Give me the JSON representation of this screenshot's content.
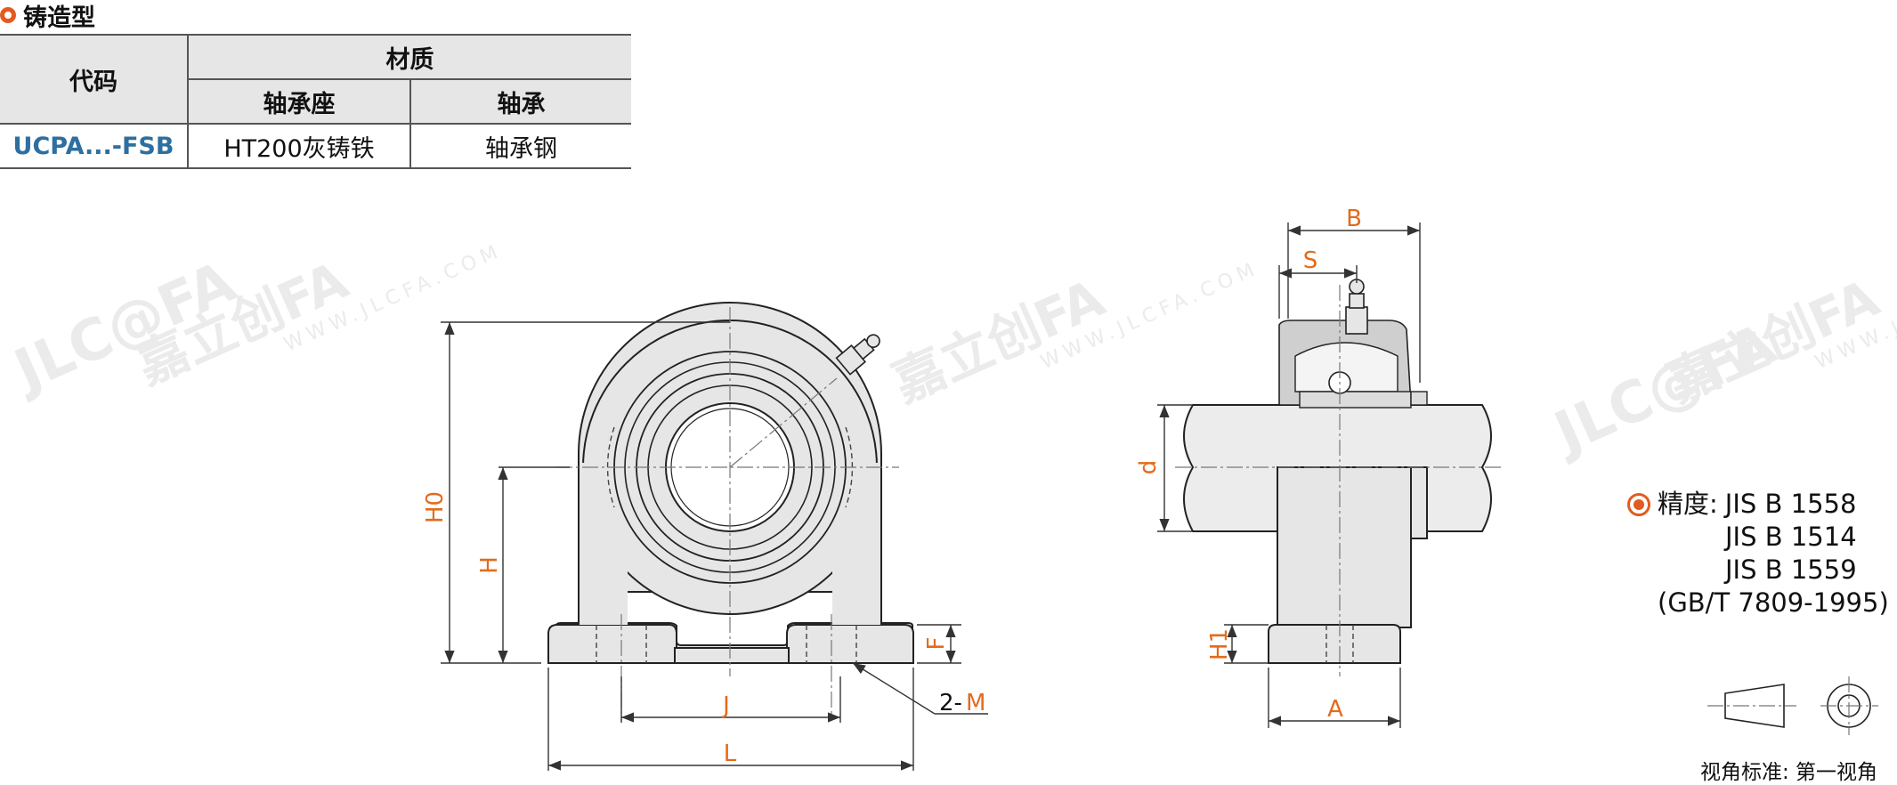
{
  "section": {
    "title": "铸造型"
  },
  "table": {
    "col_code": "代码",
    "col_material": "材质",
    "col_housing": "轴承座",
    "col_bearing": "轴承",
    "rows": [
      {
        "code": "UCPA...-FSB",
        "housing": "HT200灰铸铁",
        "bearing": "轴承钢"
      }
    ]
  },
  "dimensions": {
    "h0": "H0",
    "h": "H",
    "f": "F",
    "j": "J",
    "l": "L",
    "m_prefix": "2-",
    "m": "M",
    "b": "B",
    "s": "S",
    "d": "d",
    "h1": "H1",
    "a": "A"
  },
  "precision": {
    "label": "精度:",
    "standards": [
      "JIS B 1558",
      "JIS B 1514",
      "JIS B 1559",
      "(GB/T 7809-1995)"
    ]
  },
  "view": {
    "label": "视角标准:  第一视角"
  },
  "watermark": {
    "brand": "嘉立创FA",
    "url": "WWW.JLCFA.COM",
    "logo": "JLC@FA"
  },
  "colors": {
    "accent": "#e35b1f",
    "code": "#2d6fa0",
    "dimension": "#e36b1c"
  }
}
